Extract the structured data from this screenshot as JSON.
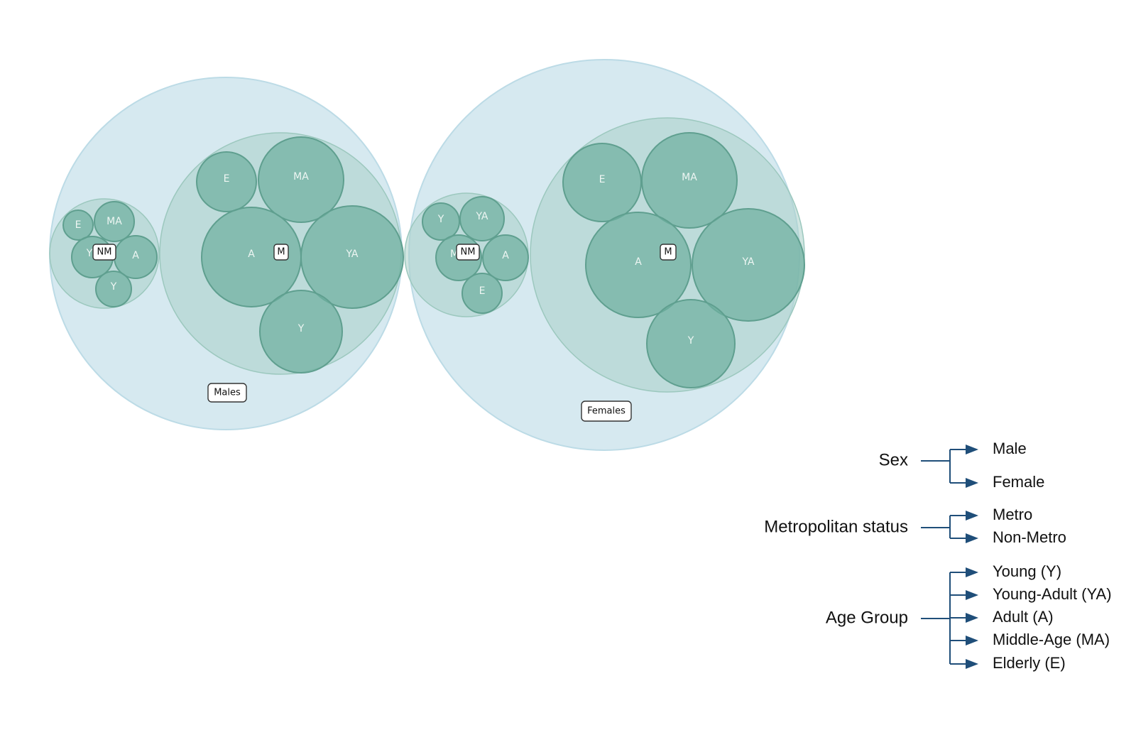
{
  "diagram": {
    "groups": [
      {
        "label": "Males",
        "metro": {
          "tag": "M",
          "age_labels": [
            "E",
            "MA",
            "A",
            "YA",
            "Y"
          ]
        },
        "non_metro": {
          "tag": "NM",
          "age_labels": [
            "E",
            "MA",
            "Y",
            "A",
            "Y"
          ]
        }
      },
      {
        "label": "Females",
        "metro": {
          "tag": "M",
          "age_labels": [
            "E",
            "MA",
            "A",
            "YA",
            "Y"
          ]
        },
        "non_metro": {
          "tag": "NM",
          "age_labels": [
            "Y",
            "YA",
            "M",
            "A",
            "E"
          ]
        }
      }
    ]
  },
  "legend": {
    "sections": [
      {
        "heading": "Sex",
        "items": [
          "Male",
          "Female"
        ]
      },
      {
        "heading": "Metropolitan status",
        "items": [
          "Metro",
          "Non-Metro"
        ]
      },
      {
        "heading": "Age Group",
        "items": [
          "Young (Y)",
          "Young-Adult (YA)",
          "Adult (A)",
          "Middle-Age (MA)",
          "Elderly (E)"
        ]
      }
    ]
  },
  "colors": {
    "sex_circle": "#d2e7ee",
    "metro_circle": "#a9d0c8",
    "age_circle": "#6fb0a0",
    "legend_arrow": "#1f4e79"
  }
}
